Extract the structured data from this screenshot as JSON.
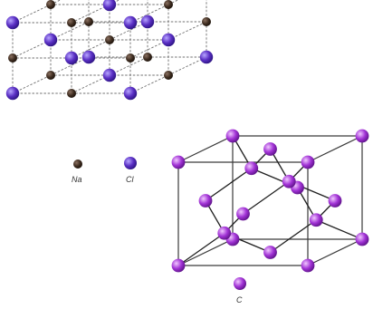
{
  "left_structure": {
    "legend": [
      {
        "symbol": "Na",
        "color": "#3b2a1e"
      },
      {
        "symbol": "Cl",
        "color": "#5a2fc4"
      }
    ]
  },
  "right_structure": {
    "legend": [
      {
        "symbol": "C",
        "color": "#a233d6"
      }
    ]
  }
}
